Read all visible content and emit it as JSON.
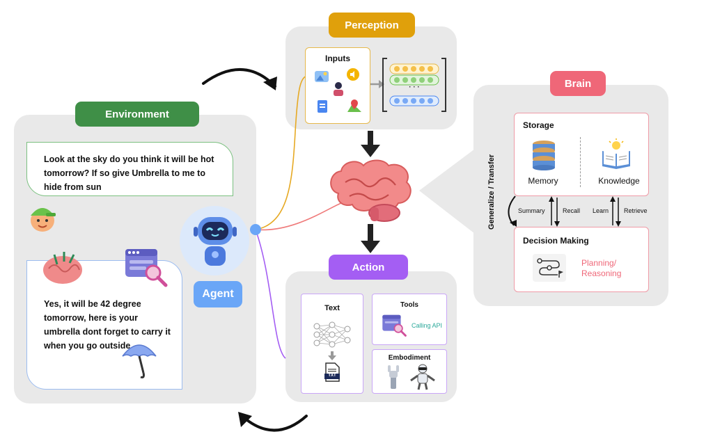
{
  "environment": {
    "title": "Environment",
    "user_message": "Look at the sky do you think it will be hot tomorrow? If so give Umbrella to me to hide from sun",
    "agent_reply": "Yes, it will be 42 degree tomorrow, here is your umbrella dont forget to carry it when you go outside"
  },
  "agent": {
    "label": "Agent"
  },
  "perception": {
    "title": "Perception",
    "inputs_label": "Inputs",
    "ellipsis": "· · ·"
  },
  "action": {
    "title": "Action",
    "text_label": "Text",
    "tools_label": "Tools",
    "calling_api": "Calling API",
    "embodiment_label": "Embodiment",
    "doc_label": "TXT"
  },
  "brain": {
    "title": "Brain",
    "storage_label": "Storage",
    "memory_label": "Memory",
    "knowledge_label": "Knowledge",
    "generalize_label": "Generalize / Transfer",
    "summary_label": "Summary",
    "recall_label": "Recall",
    "learn_label": "Learn",
    "retrieve_label": "Retrieve",
    "decision_label": "Decision Making",
    "planning_line1": "Planning/",
    "planning_line2": "Reasoning"
  },
  "colors": {
    "environment": "#3f8f47",
    "perception": "#e0a00b",
    "action": "#a45ef3",
    "brain": "#ef6778",
    "agent_pill": "#6aa6f7",
    "panel": "#e9e9e9"
  }
}
